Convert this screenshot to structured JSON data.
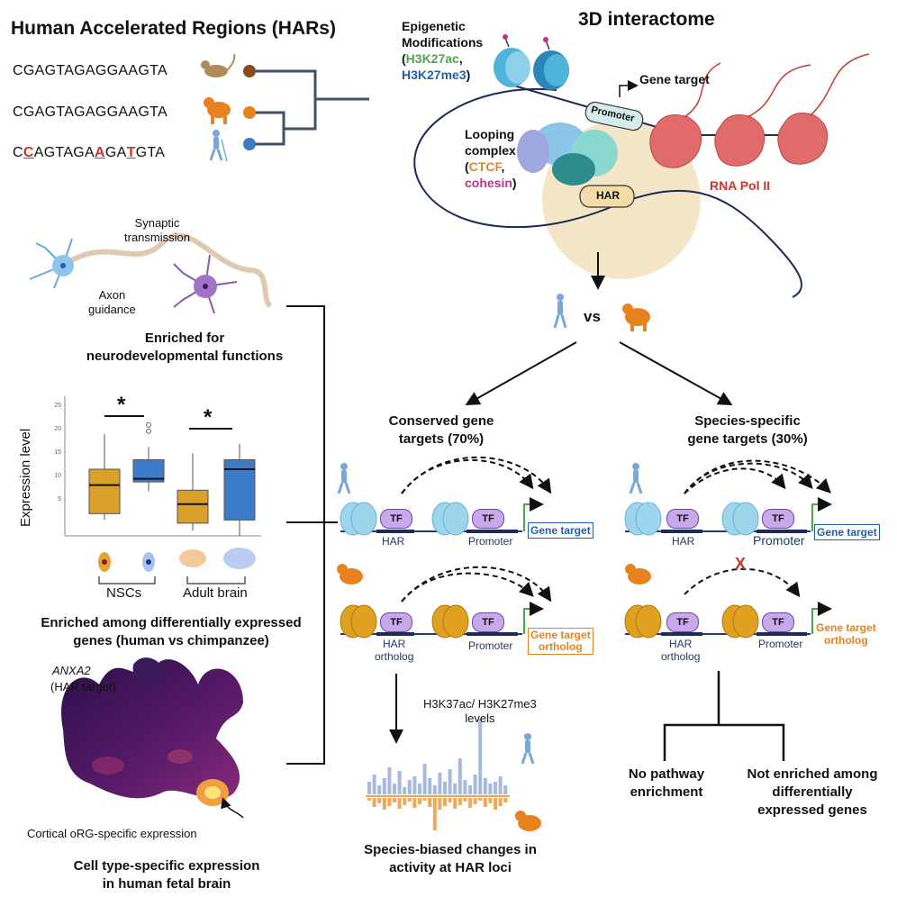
{
  "har": {
    "title": "Human Accelerated Regions (HARs)",
    "seq_monkey": "CGAGTAGAGGAAGTA",
    "seq_chimp": "CGAGTAGAGGAAGTA",
    "seq_human_parts": [
      "C",
      "C",
      "AGTAGA",
      "A",
      "GA",
      "T",
      "GTA"
    ]
  },
  "interactome": {
    "title": "3D interactome",
    "epi_title_1": "Epigenetic",
    "epi_title_2": "Modifications",
    "h3k27ac": "H3K27ac",
    "h3k27me3": "H3K27me3",
    "gene_target": "Gene target",
    "promoter": "Promoter",
    "looping_1": "Looping",
    "looping_2": "complex",
    "ctcf": "CTCF",
    "cohesin": "cohesin",
    "har": "HAR",
    "rna_pol": "RNA Pol II"
  },
  "vs": "vs",
  "left": {
    "synaptic_1": "Synaptic",
    "synaptic_2": "transmission",
    "axon_1": "Axon",
    "axon_2": "guidance",
    "neuro_cap_1": "Enriched for",
    "neuro_cap_2": "neurodevelopmental functions",
    "ylabel": "Expression level",
    "yticks": [
      "25",
      "20",
      "15",
      "10",
      "5"
    ],
    "star": "*",
    "nscs": "NSCs",
    "adult": "Adult brain",
    "de_cap_1": "Enriched among differentially expressed",
    "de_cap_2": "genes (human vs chimpanzee)",
    "anxa2": "ANXA2",
    "har_target": "(HAR target)",
    "org": "Cortical oRG-specific expression",
    "umap_cap_1": "Cell type-specific expression",
    "umap_cap_2": "in human fetal brain"
  },
  "conserved": {
    "title_1": "Conserved gene",
    "title_2": "targets (70%)",
    "tf": "TF",
    "har": "HAR",
    "promoter": "Promoter",
    "gene_target": "Gene target",
    "har_ortholog_1": "HAR",
    "har_ortholog_2": "ortholog",
    "gt_ortholog_1": "Gene target",
    "gt_ortholog_2": "ortholog",
    "levels_1": "H3K37ac/ H3K27me3",
    "levels_2": "levels",
    "cap_1": "Species-biased changes in",
    "cap_2": "activity at HAR loci"
  },
  "specific": {
    "title_1": "Species-specific",
    "title_2": "gene targets (30%)",
    "x": "X",
    "no_pathway_1": "No pathway",
    "no_pathway_2": "enrichment",
    "not_enriched_1": "Not enriched among",
    "not_enriched_2": "differentially",
    "not_enriched_3": "expressed genes"
  },
  "chart_data": {
    "type": "box",
    "ylabel": "Expression level",
    "ylim": [
      3,
      25
    ],
    "groups": [
      "NSCs",
      "Adult brain"
    ],
    "boxes": [
      {
        "group": "NSCs",
        "species": "chimpanzee",
        "color": "#d9a02a",
        "min": 5.5,
        "q1": 6.5,
        "median": 11,
        "q3": 13.5,
        "max": 19
      },
      {
        "group": "NSCs",
        "species": "human",
        "color": "#3b7bc8",
        "min": 10,
        "q1": 11.5,
        "median": 12,
        "q3": 15,
        "max": 17,
        "outliers": [
          19.5,
          20.5
        ]
      },
      {
        "group": "Adult brain",
        "species": "chimpanzee",
        "color": "#d9a02a",
        "min": 3.8,
        "q1": 5,
        "median": 8,
        "q3": 10.2,
        "max": 16
      },
      {
        "group": "Adult brain",
        "species": "human",
        "color": "#3b7bc8",
        "min": 3,
        "q1": 5.5,
        "median": 13.5,
        "q3": 15,
        "max": 17.5
      }
    ]
  },
  "colors": {
    "human": "#3b7bc8",
    "chimp": "#e8821e",
    "red": "#c7372f",
    "green": "#4aa84a",
    "magenta": "#c2338a",
    "nucleosome": "#8fd0e8"
  }
}
